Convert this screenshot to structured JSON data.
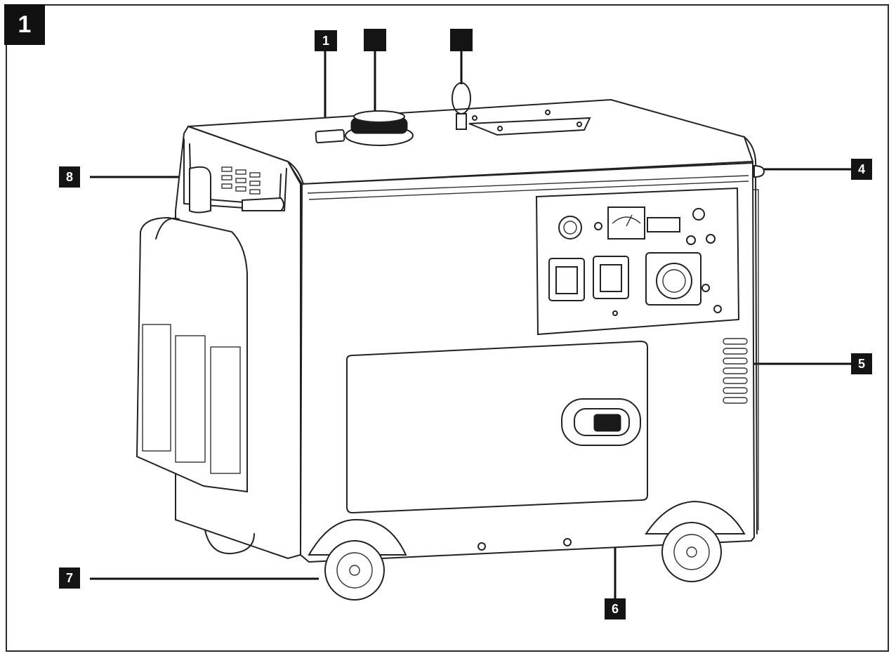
{
  "figure": {
    "number": "1"
  },
  "callouts": [
    {
      "id": "1",
      "label": "1"
    },
    {
      "id": "2",
      "label": ""
    },
    {
      "id": "3",
      "label": ""
    },
    {
      "id": "4",
      "label": "4"
    },
    {
      "id": "5",
      "label": "5"
    },
    {
      "id": "6",
      "label": "6"
    },
    {
      "id": "7",
      "label": "7"
    },
    {
      "id": "8",
      "label": "8"
    }
  ],
  "colors": {
    "line": "#222222",
    "callout_bg": "#141414",
    "callout_text": "#ffffff",
    "background": "#ffffff"
  }
}
